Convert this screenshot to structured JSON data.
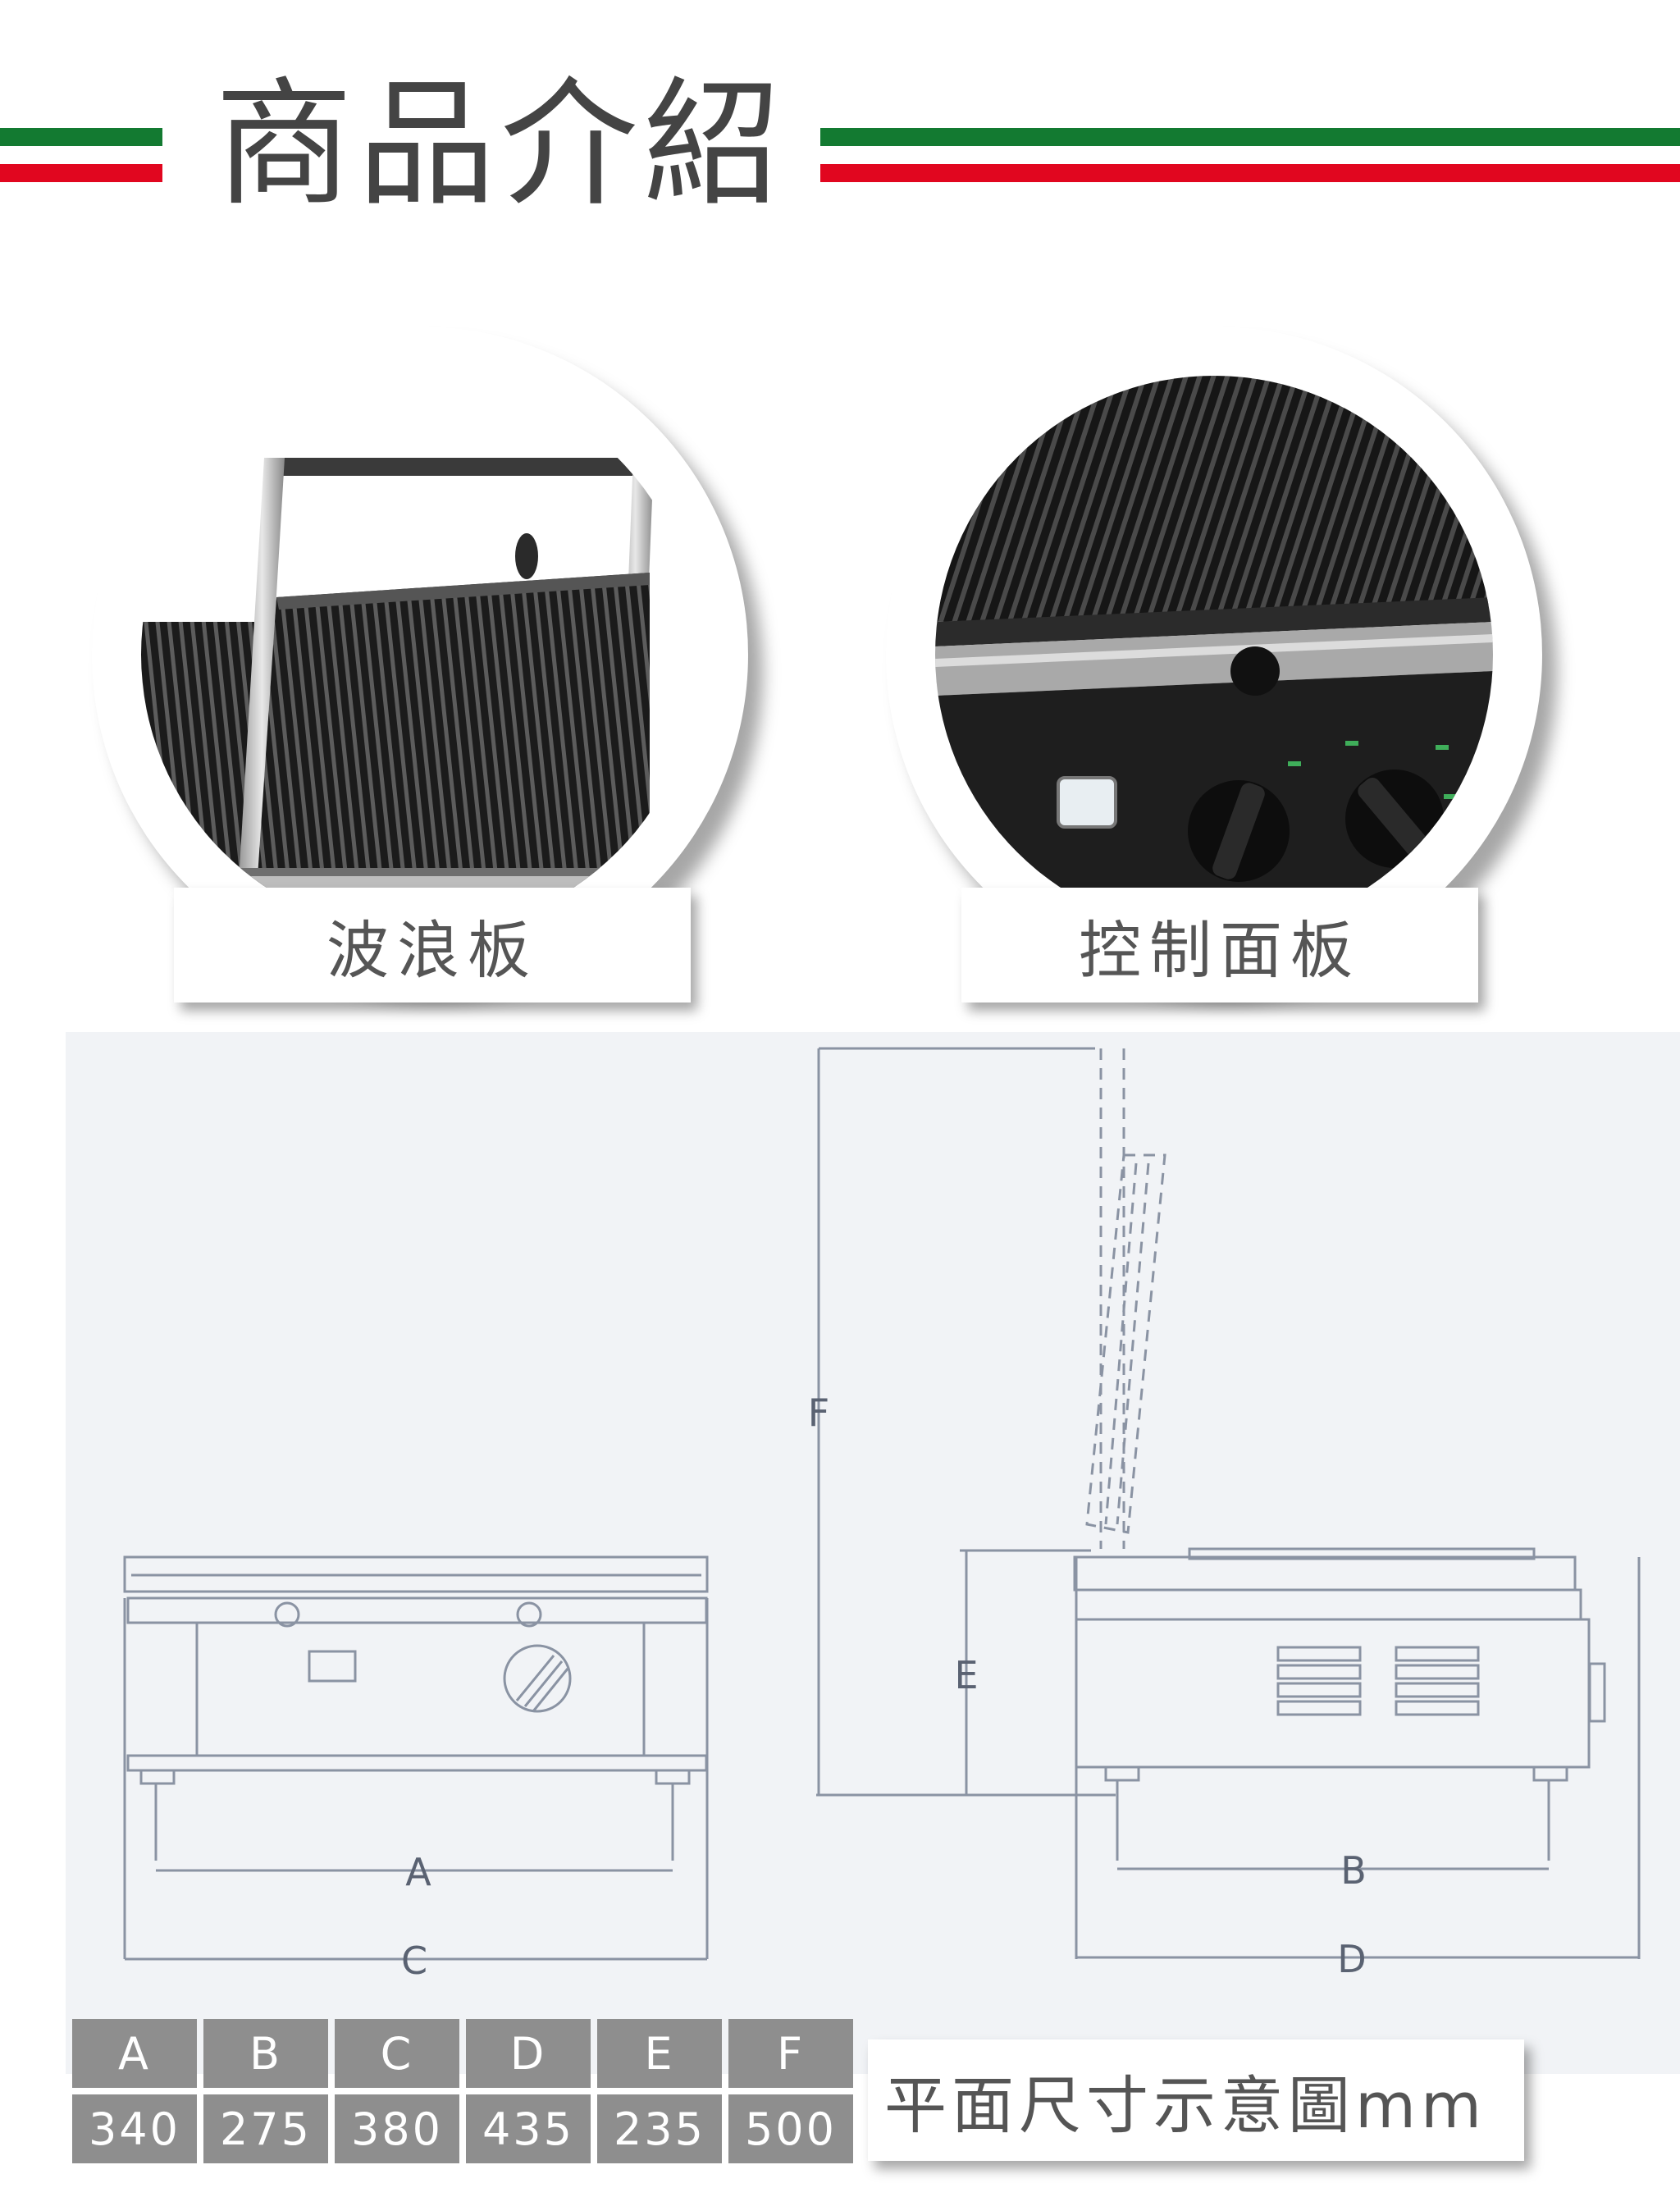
{
  "header": {
    "title": "商品介紹",
    "stripe_colors": {
      "green": "#137a31",
      "red": "#e1061f"
    }
  },
  "photos": [
    {
      "label": "波浪板",
      "icon": "ribbed-grill-plate-photo"
    },
    {
      "label": "控制面板",
      "icon": "control-panel-photo"
    }
  ],
  "drawing": {
    "labels": {
      "a": "A",
      "b": "B",
      "c": "C",
      "d": "D",
      "e": "E",
      "f": "F"
    }
  },
  "dimensions_table": {
    "headers": [
      "A",
      "B",
      "C",
      "D",
      "E",
      "F"
    ],
    "values": [
      "340",
      "275",
      "380",
      "435",
      "235",
      "500"
    ]
  },
  "caption": "平面尺寸示意圖mm"
}
